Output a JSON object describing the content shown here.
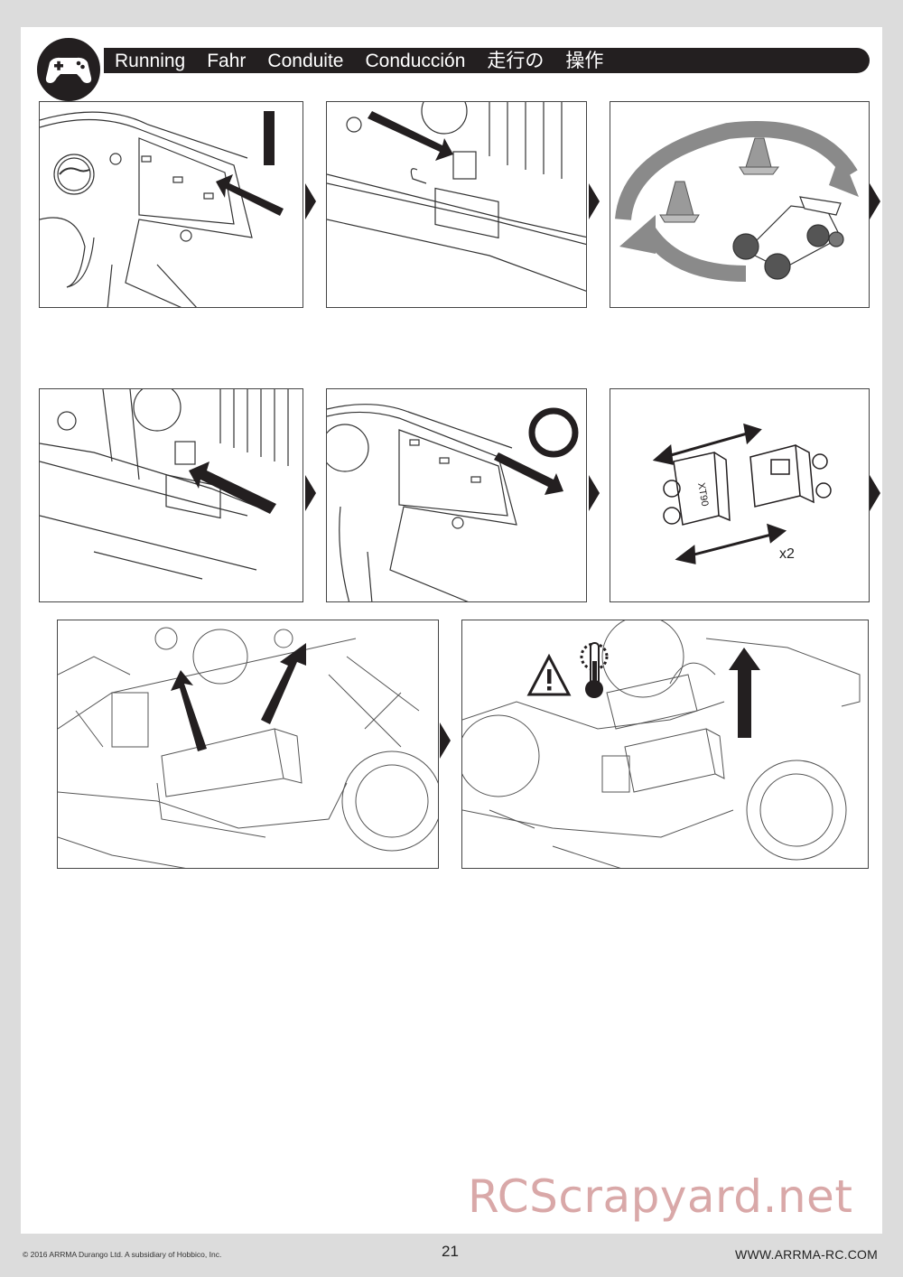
{
  "header": {
    "titles": [
      "Running",
      "Fahr",
      "Conduite",
      "Conducción",
      "走行の",
      "操作"
    ]
  },
  "icons": {
    "section_icon": "gamepad-icon",
    "warning": "warning-triangle-icon",
    "temperature": "thermometer-icon"
  },
  "steps": {
    "connector_count": "x2"
  },
  "footer": {
    "copyright": "© 2016 ARRMA Durango Ltd. A subsidiary of Hobbico, Inc.",
    "page_number": "21",
    "website": "WWW.ARRMA-RC.COM"
  },
  "watermark": "RCScrapyard.net"
}
